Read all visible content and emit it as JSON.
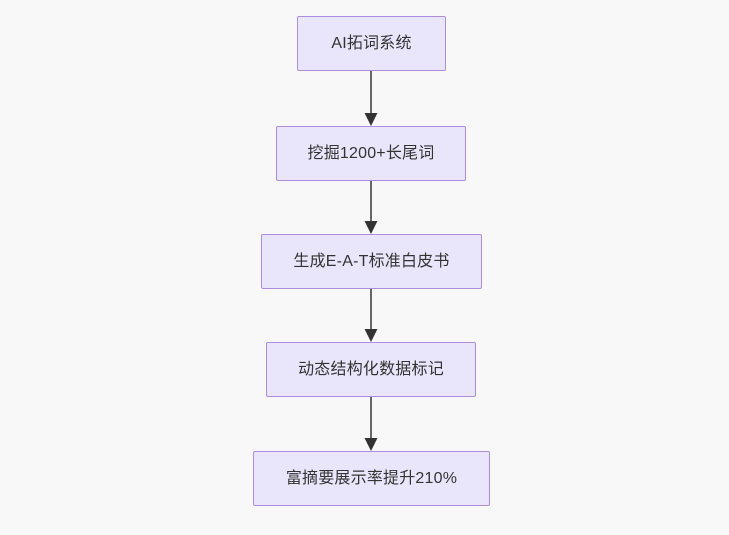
{
  "diagram": {
    "type": "flowchart",
    "direction": "top-to-bottom",
    "background_color": "#f8f8f8",
    "node_fill_color": "#e9e6fb",
    "node_border_color": "#ab8fdc",
    "node_text_color": "#333333",
    "edge_color": "#666666",
    "arrowhead_color": "#333333",
    "nodes": [
      {
        "id": "node-0",
        "label": "AI拓词系统"
      },
      {
        "id": "node-1",
        "label": "挖掘1200+长尾词"
      },
      {
        "id": "node-2",
        "label": "生成E-A-T标准白皮书"
      },
      {
        "id": "node-3",
        "label": "动态结构化数据标记"
      },
      {
        "id": "node-4",
        "label": "富摘要展示率提升210%"
      }
    ],
    "edges": [
      {
        "id": "edge-0",
        "from": "node-0",
        "to": "node-1",
        "label": ""
      },
      {
        "id": "edge-1",
        "from": "node-1",
        "to": "node-2",
        "label": ""
      },
      {
        "id": "edge-2",
        "from": "node-2",
        "to": "node-3",
        "label": ""
      },
      {
        "id": "edge-3",
        "from": "node-3",
        "to": "node-4",
        "label": ""
      }
    ]
  }
}
